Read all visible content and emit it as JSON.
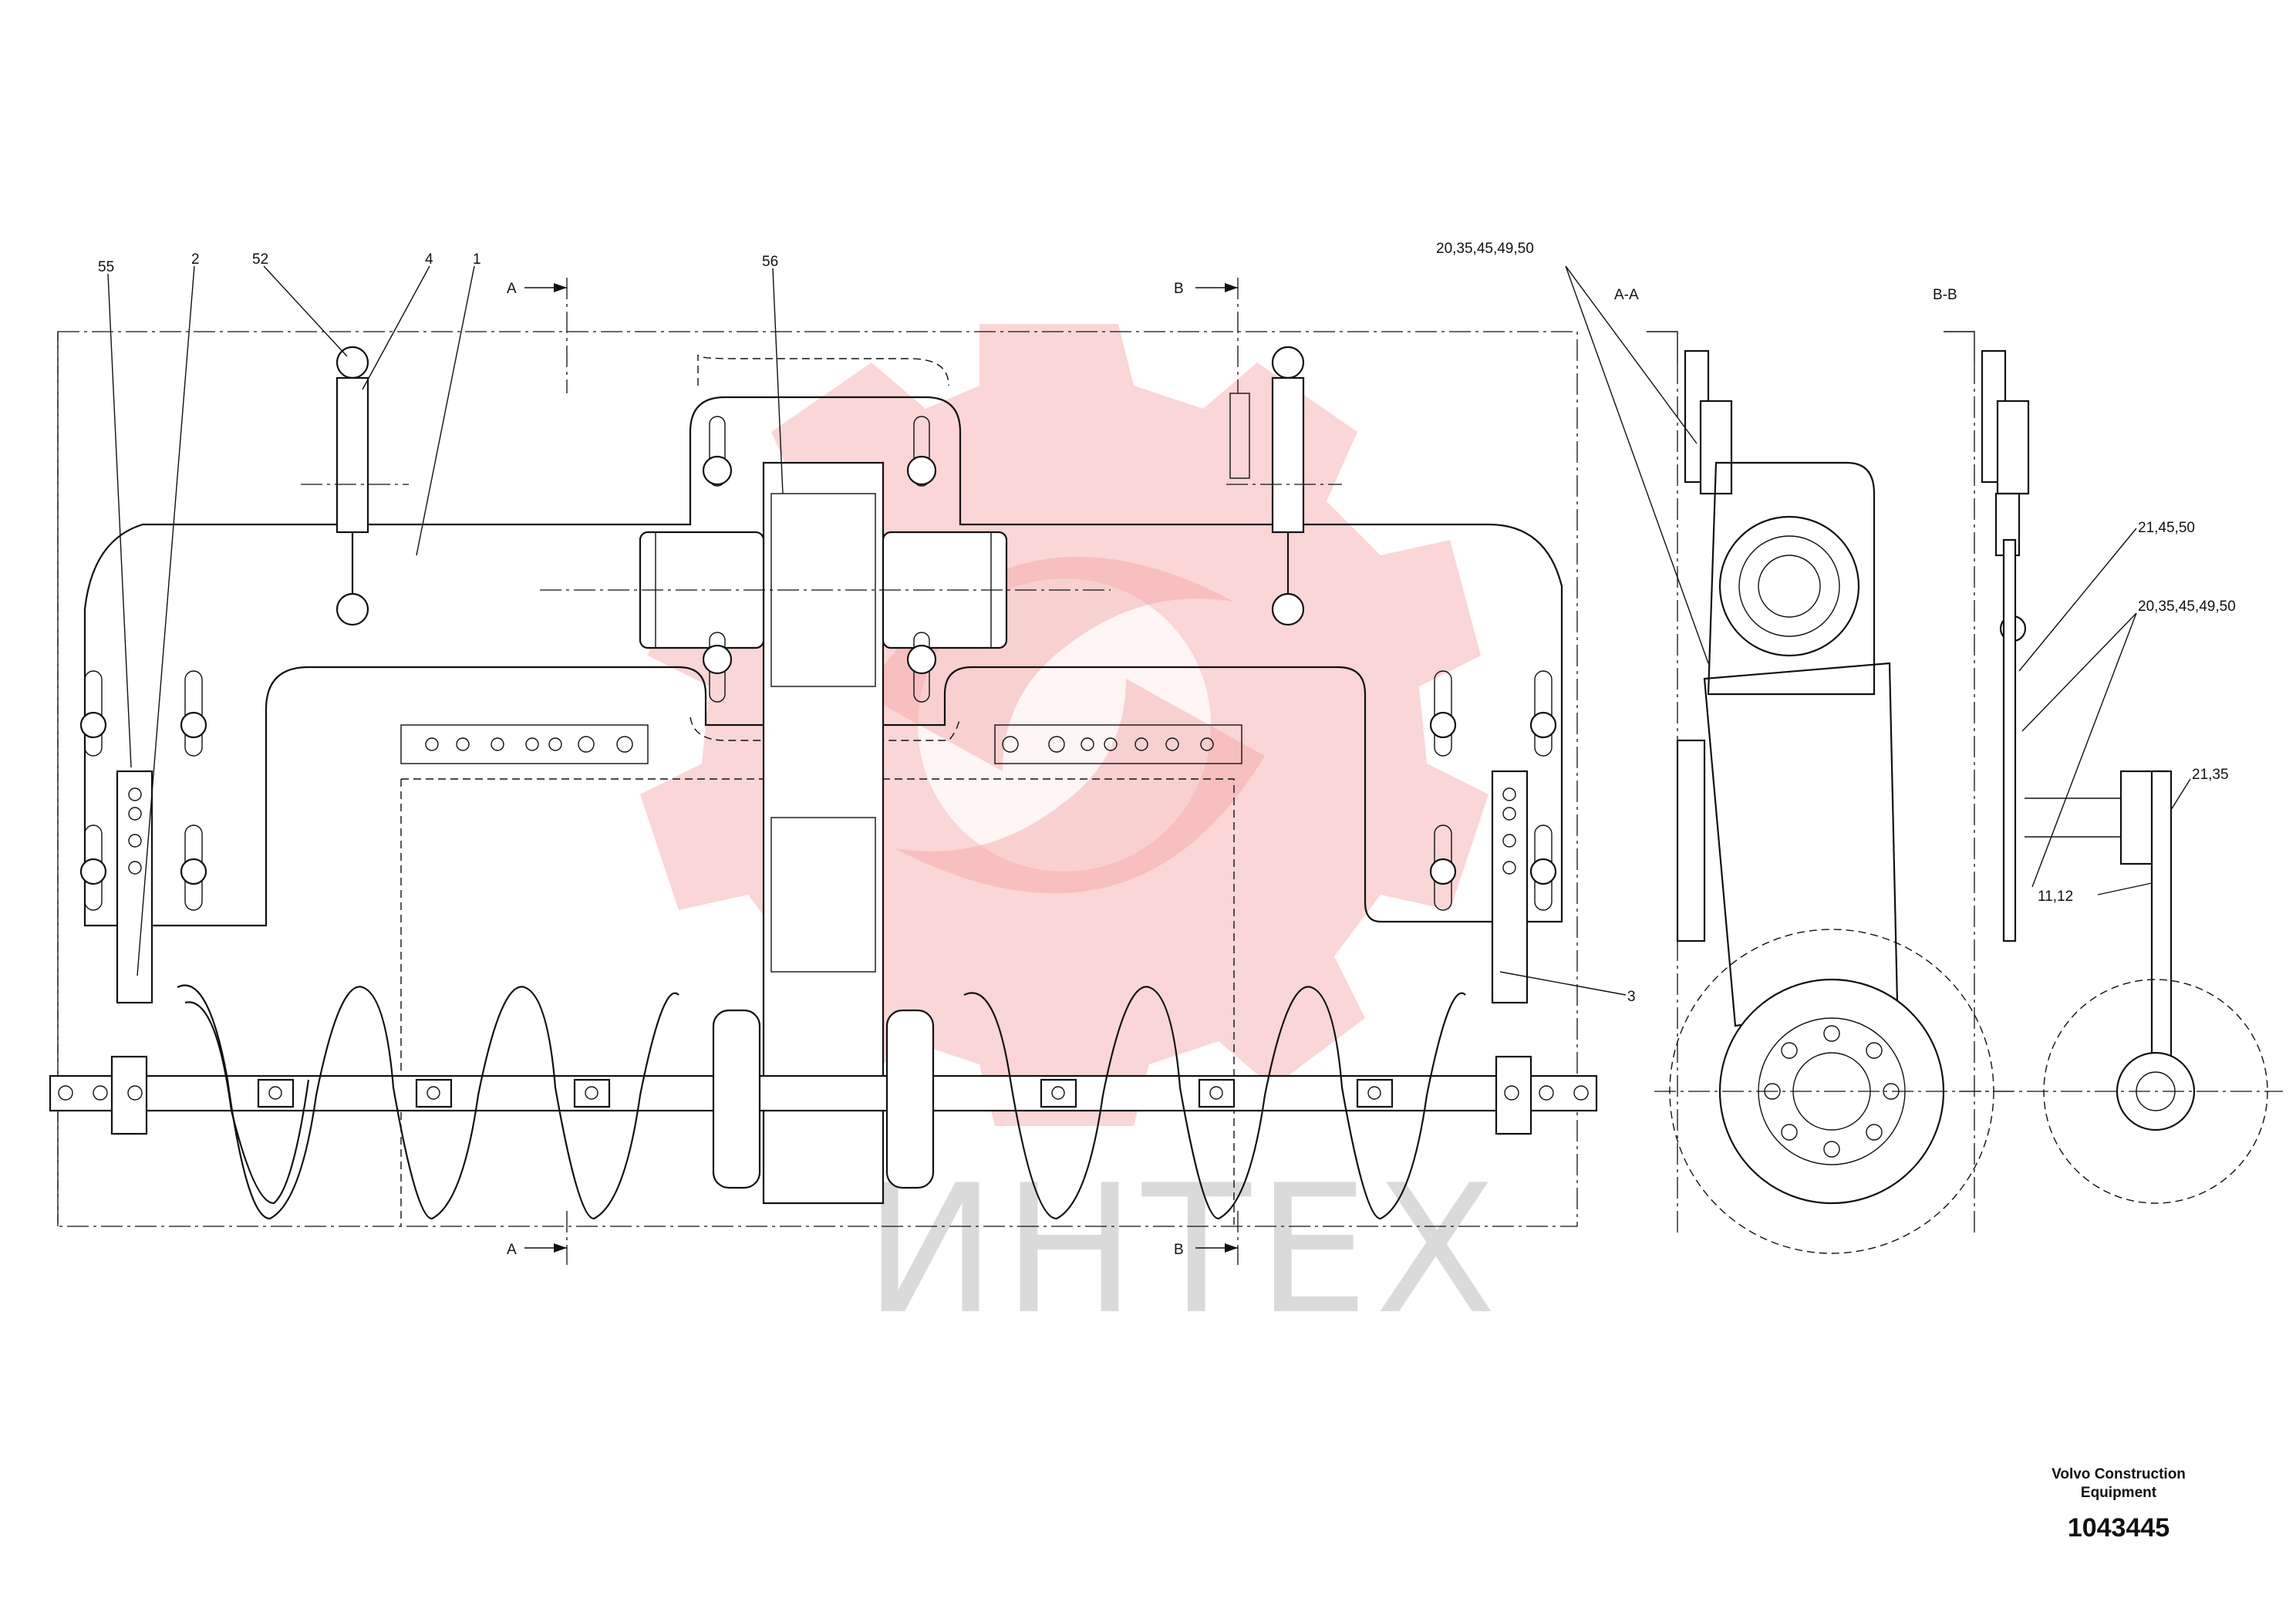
{
  "watermark": {
    "text": "ИНТЕХ"
  },
  "title_block": {
    "maker_line1": "Volvo Construction",
    "maker_line2": "Equipment",
    "drawing_number": "1043445"
  },
  "section_markers": {
    "a": "A",
    "b": "B"
  },
  "views": {
    "section_a": "A-A",
    "section_b": "B-B"
  },
  "callouts": {
    "c55": "55",
    "c2": "2",
    "c52": "52",
    "c4": "4",
    "c1": "1",
    "c56": "56",
    "c3": "3",
    "c20": "20,35,45,49,50",
    "c21a": "21,45,50",
    "c20b": "20,35,45,49,50",
    "c21b": "21,35",
    "c11": "11,12"
  }
}
